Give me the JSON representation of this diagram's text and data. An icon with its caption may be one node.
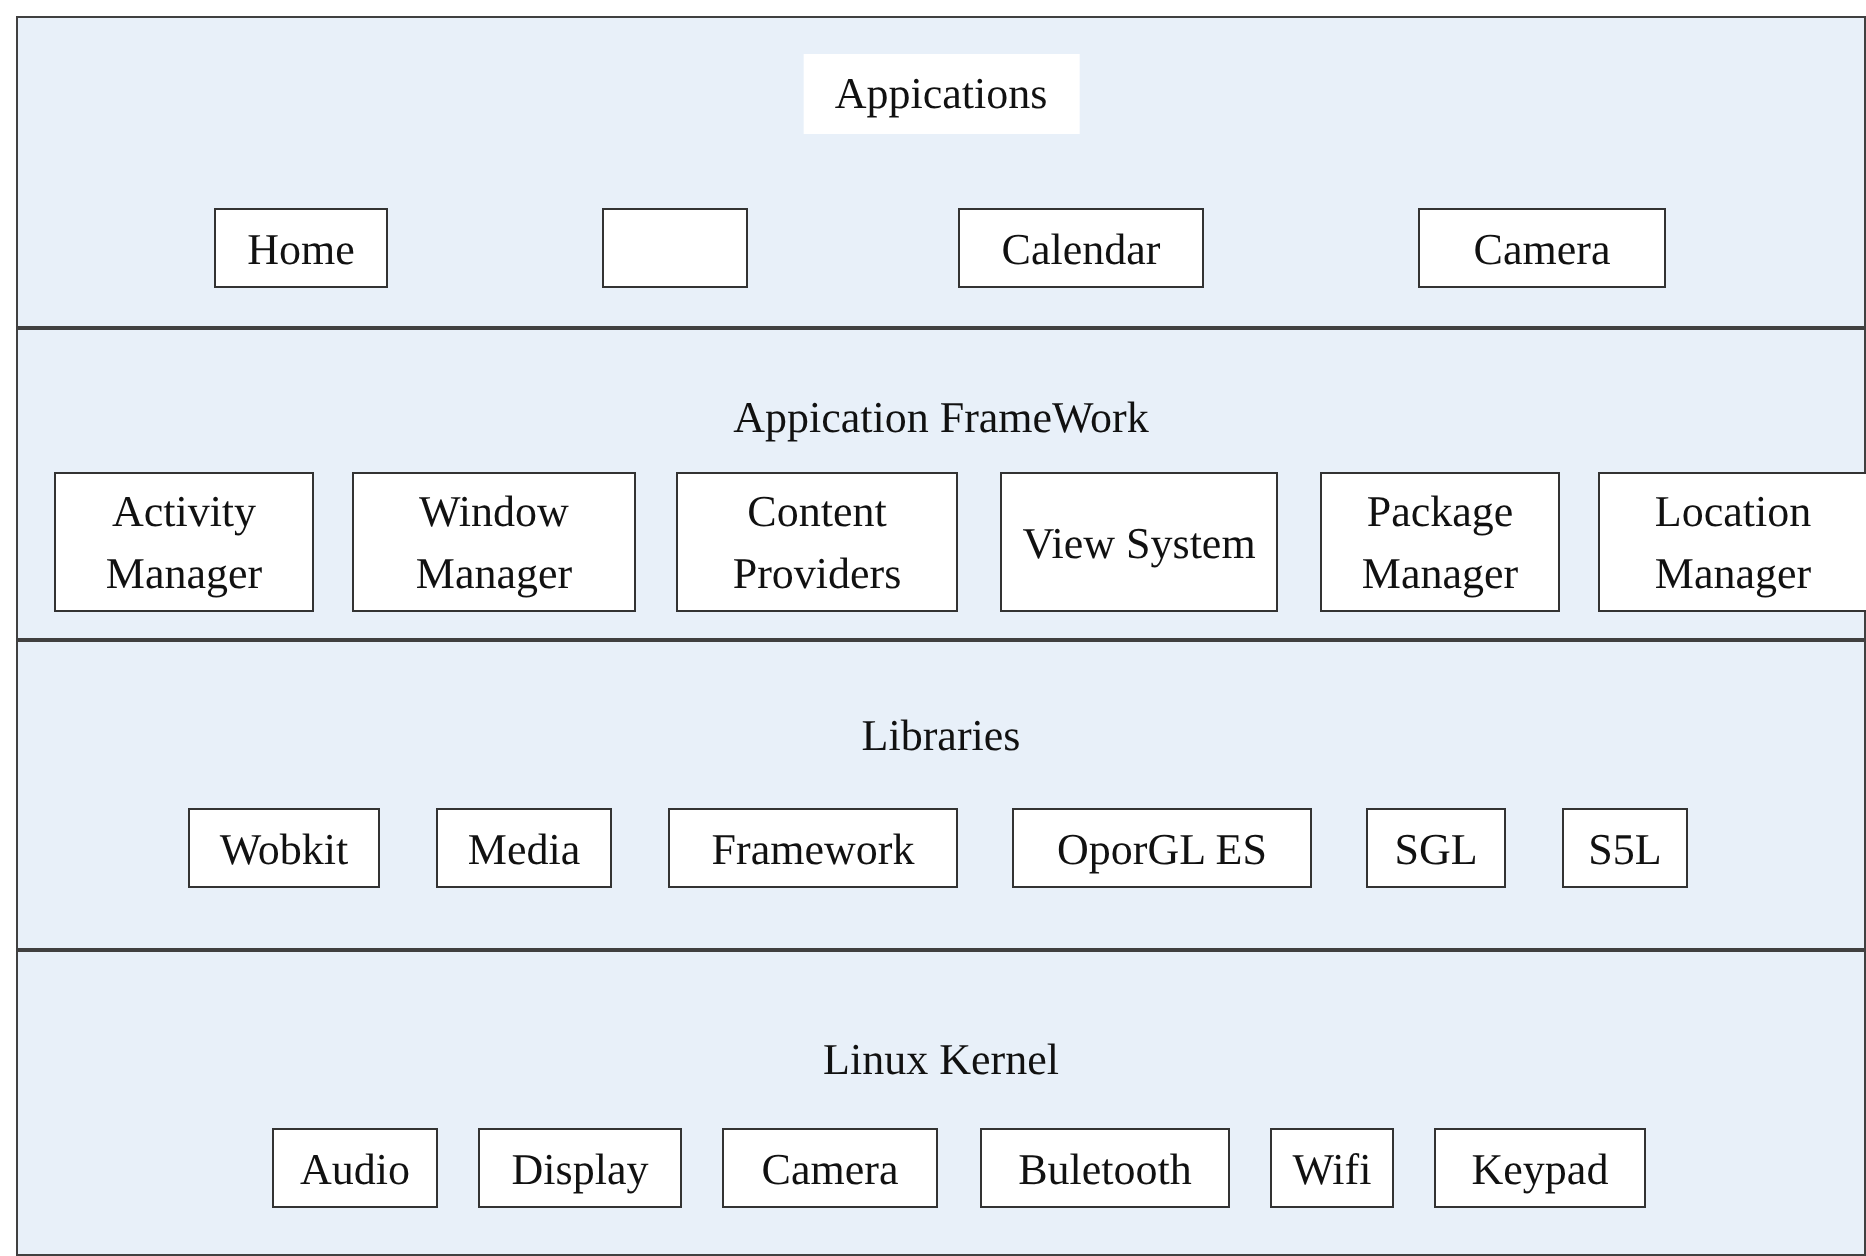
{
  "diagram": {
    "nodes": [
      {
        "text": [
          "Appications"
        ]
      },
      {
        "text": [
          "Home"
        ],
        "in": 0
      },
      {
        "text": [],
        "shape": "box",
        "in": 0
      },
      {
        "text": [
          "Calendar"
        ],
        "in": 0
      },
      {
        "text": [
          "Camera"
        ],
        "in": 0
      },
      {
        "text": [
          "Appication FrameWork"
        ]
      },
      {
        "text": [
          "Activity Manager"
        ],
        "in": 5
      },
      {
        "text": [
          "Window Manager"
        ],
        "in": 5
      },
      {
        "text": [
          "Content Providers"
        ],
        "in": 5
      },
      {
        "text": [
          "View System"
        ],
        "in": 5
      },
      {
        "text": [
          "Package Manager"
        ],
        "in": 5
      },
      {
        "text": [
          "Location Manager"
        ],
        "in": 5
      },
      {
        "text": [
          "Libraries"
        ]
      },
      {
        "text": [
          "Wobkit"
        ],
        "in": 12
      },
      {
        "text": [
          "Media"
        ],
        "in": 12
      },
      {
        "text": [
          "Framework"
        ],
        "in": 12
      },
      {
        "text": [
          "OporGL ES"
        ],
        "in": 12
      },
      {
        "text": [
          "SGL"
        ],
        "in": 12
      },
      {
        "text": [
          "S5L"
        ],
        "in": 12
      },
      {
        "text": [
          "Linux Kernel"
        ]
      },
      {
        "text": [
          "Audio"
        ],
        "in": 19
      },
      {
        "text": [
          "Display"
        ],
        "in": 19
      },
      {
        "text": [
          "Camera"
        ],
        "in": 19
      },
      {
        "text": [
          "Buletooth"
        ],
        "in": 19
      },
      {
        "text": [
          "Wifi"
        ],
        "in": 19
      },
      {
        "text": [
          "Keypad"
        ],
        "in": 19
      }
    ]
  }
}
